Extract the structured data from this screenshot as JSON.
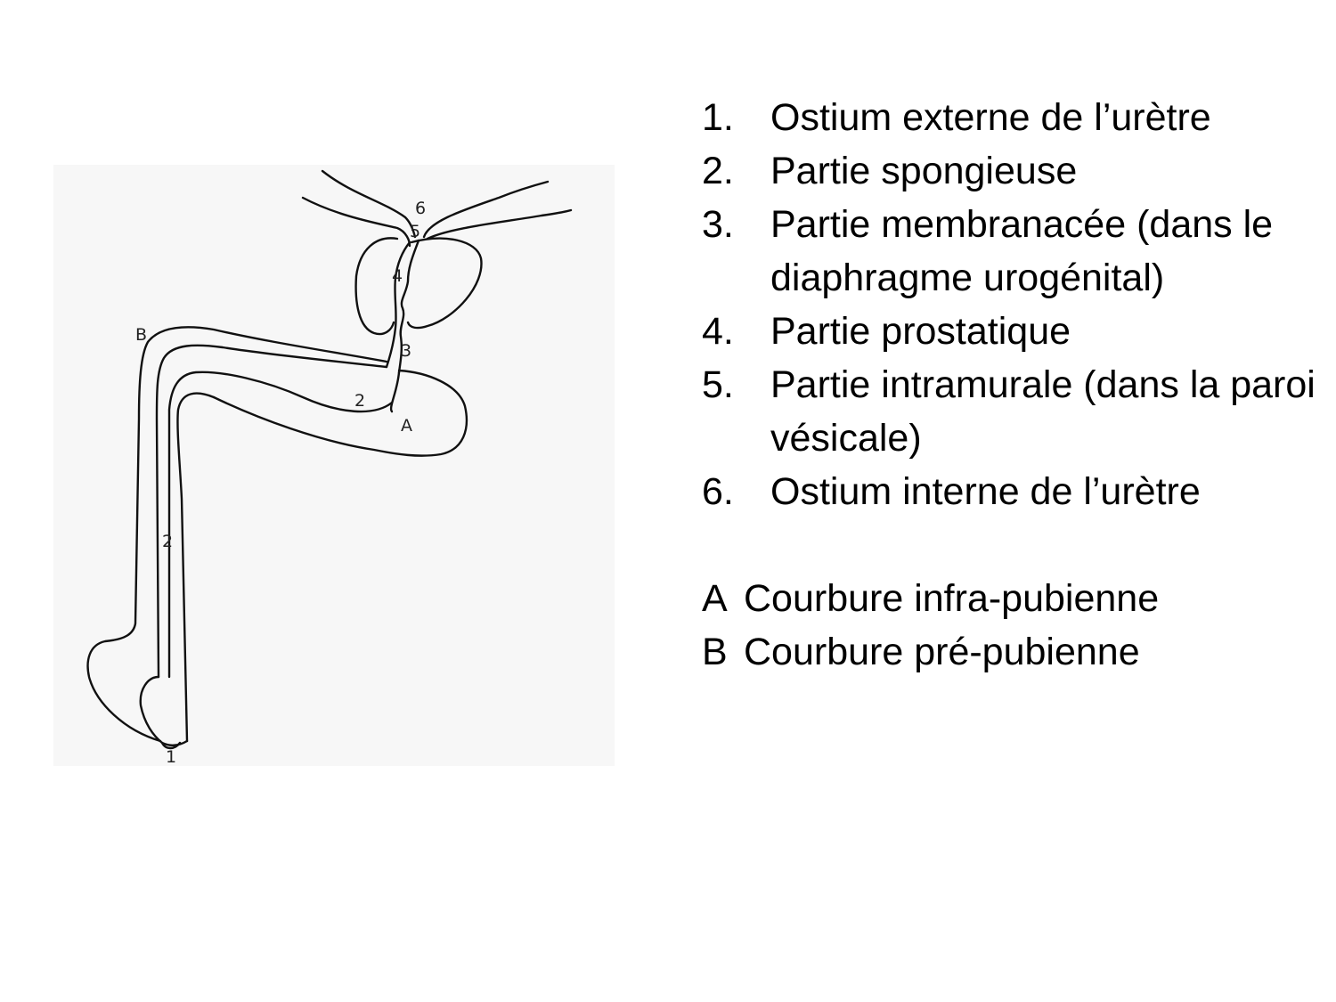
{
  "diagram": {
    "labels": {
      "n1": "1",
      "n2_upper": "2",
      "n2_lower": "2",
      "n3": "3",
      "n4": "4",
      "n5": "5",
      "n6": "6",
      "a": "A",
      "b": "B"
    }
  },
  "legend": {
    "items": [
      {
        "number": "1.",
        "text": "Ostium externe de l’urètre"
      },
      {
        "number": "2.",
        "text": "Partie spongieuse"
      },
      {
        "number": "3.",
        "text": "Partie membranacée (dans le diaphragme urogénital)"
      },
      {
        "number": "4.",
        "text": "Partie prostatique"
      },
      {
        "number": "5.",
        "text": "Partie intramurale (dans la paroi vésicale)"
      },
      {
        "number": "6.",
        "text": "Ostium interne de l’urètre"
      }
    ],
    "curvatures": [
      {
        "letter": "A",
        "text": "Courbure infra-pubienne"
      },
      {
        "letter": "B",
        "text": "Courbure pré-pubienne"
      }
    ]
  }
}
